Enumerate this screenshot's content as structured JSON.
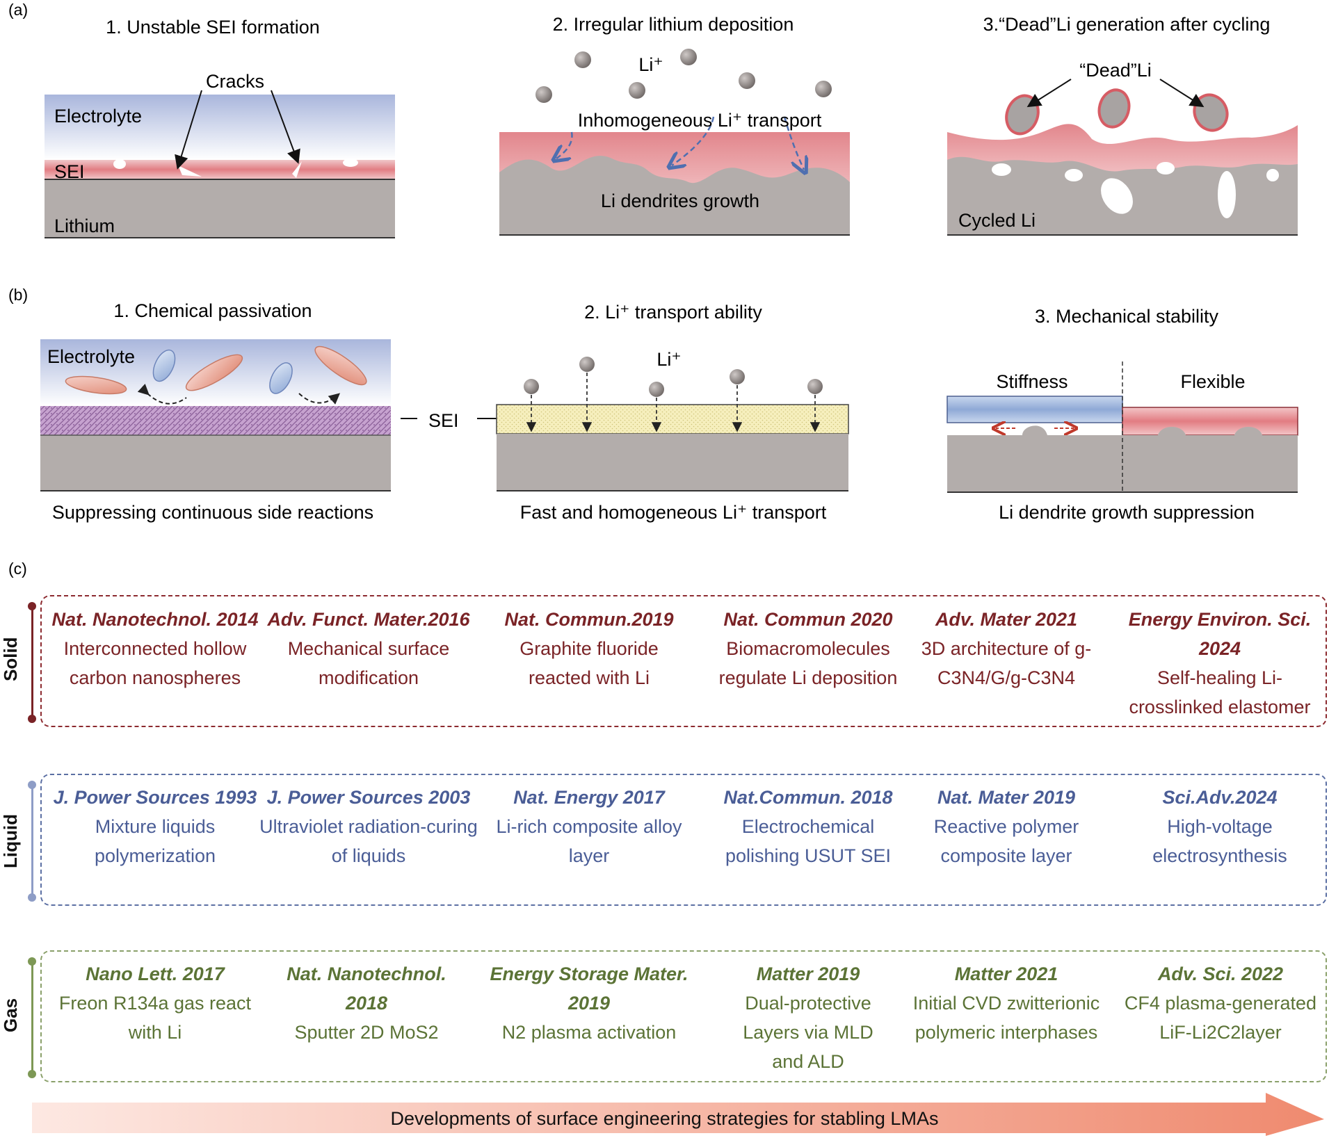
{
  "panel_a": {
    "letter": "(a)",
    "titles": [
      "1. Unstable SEI formation",
      "2. Irregular lithium deposition",
      "3.“Dead”Li generation after cycling"
    ],
    "labels": {
      "cracks": "Cracks",
      "electrolyte": "Electrolyte",
      "sei": "SEI",
      "lithium": "Lithium",
      "li_ion": "Li⁺",
      "inhomogeneous": "Inhomogeneous Li⁺ transport",
      "dendrites": "Li dendrites growth",
      "dead_li": "“Dead”Li",
      "cycled_li": "Cycled Li"
    }
  },
  "panel_b": {
    "letter": "(b)",
    "titles": [
      "1. Chemical passivation",
      "2. Li⁺ transport ability",
      "3. Mechanical stability"
    ],
    "labels": {
      "electrolyte": "Electrolyte",
      "sei": "SEI",
      "li_ion": "Li⁺",
      "stiffness": "Stiffness",
      "flexible": "Flexible"
    },
    "captions": [
      "Suppressing continuous side reactions",
      "Fast and homogeneous Li⁺ transport",
      "Li dendrite growth suppression"
    ]
  },
  "panel_c": {
    "letter": "(c)",
    "arrow_caption": "Developments of surface engineering strategies for stabling LMAs",
    "rows": [
      {
        "category": "Solid",
        "color": "#7a2326",
        "entries": [
          {
            "journal": "Nat. Nanotechnol. 2014",
            "desc": "Interconnected hollow carbon nanospheres"
          },
          {
            "journal": "Adv. Funct. Mater.2016",
            "desc": "Mechanical surface modification"
          },
          {
            "journal": "Nat. Commun.2019",
            "desc": "Graphite fluoride reacted with Li"
          },
          {
            "journal": "Nat. Commun 2020",
            "desc": "Biomacromolecules regulate Li deposition"
          },
          {
            "journal": "Adv. Mater 2021",
            "desc": "3D architecture of g-C3N4/G/g-C3N4"
          },
          {
            "journal": "Energy Environ. Sci. 2024",
            "desc": "Self-healing Li-crosslinked elastomer"
          }
        ]
      },
      {
        "category": "Liquid",
        "color": "#4a5d96",
        "entries": [
          {
            "journal": "J. Power Sources 1993",
            "desc": "Mixture liquids polymerization"
          },
          {
            "journal": "J. Power Sources 2003",
            "desc": "Ultraviolet radiation-curing of liquids"
          },
          {
            "journal": "Nat. Energy 2017",
            "desc": "Li-rich composite alloy layer"
          },
          {
            "journal": "Nat.Commun. 2018",
            "desc": "Electrochemical polishing USUT SEI"
          },
          {
            "journal": "Nat. Mater 2019",
            "desc": "Reactive polymer composite layer"
          },
          {
            "journal": "Sci.Adv.2024",
            "desc": "High-voltage electrosynthesis"
          }
        ]
      },
      {
        "category": "Gas",
        "color": "#5b7336",
        "entries": [
          {
            "journal": "Nano Lett. 2017",
            "desc": "Freon R134a gas react with Li"
          },
          {
            "journal": "Nat. Nanotechnol. 2018",
            "desc": "Sputter 2D MoS2"
          },
          {
            "journal": "Energy Storage Mater. 2019",
            "desc": "N2 plasma activation"
          },
          {
            "journal": "Matter 2019",
            "desc": "Dual-protective Layers via MLD and ALD"
          },
          {
            "journal": "Matter 2021",
            "desc": "Initial CVD zwitterionic polymeric interphases"
          },
          {
            "journal": "Adv. Sci. 2022",
            "desc": "CF4 plasma-generated LiF-Li2C2layer"
          }
        ]
      }
    ]
  }
}
